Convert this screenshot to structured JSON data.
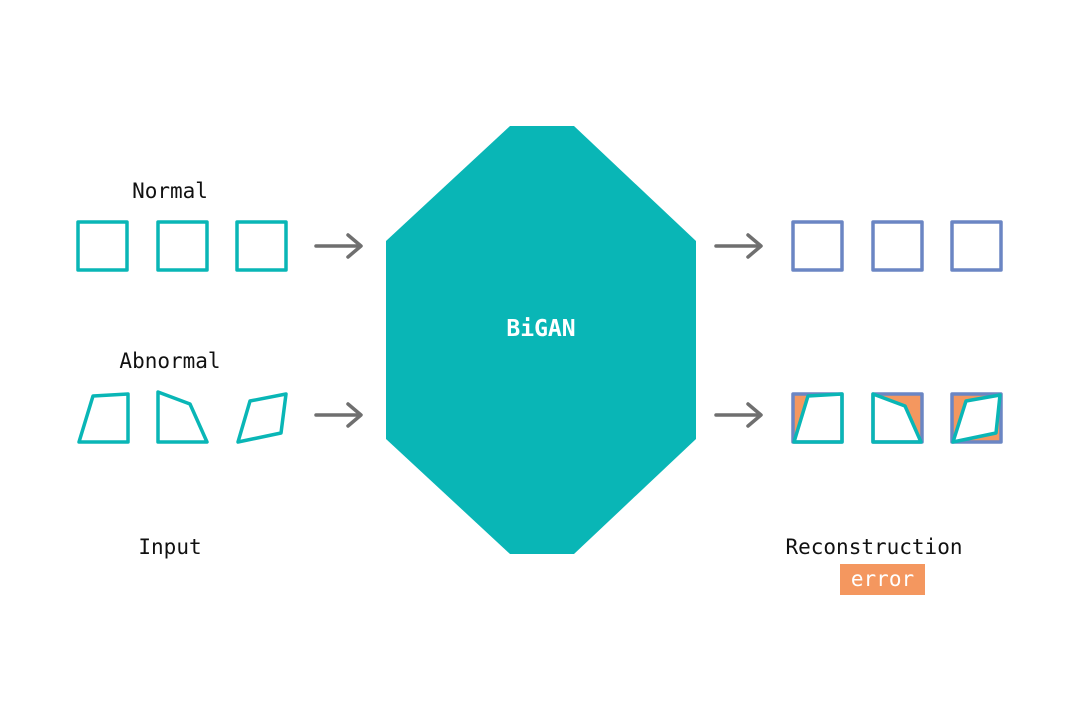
{
  "labels": {
    "normal": "Normal",
    "abnormal": "Abnormal",
    "input": "Input",
    "reconstruction": "Reconstruction",
    "error": "error"
  },
  "model": {
    "name": "BiGAN"
  },
  "colors": {
    "input_stroke": "#09b6b6",
    "model_fill": "#09b6b6",
    "reconstruction_stroke": "#6b86c4",
    "error_fill": "#f4975f",
    "arrow": "#6f6f6f",
    "text": "#111111"
  }
}
